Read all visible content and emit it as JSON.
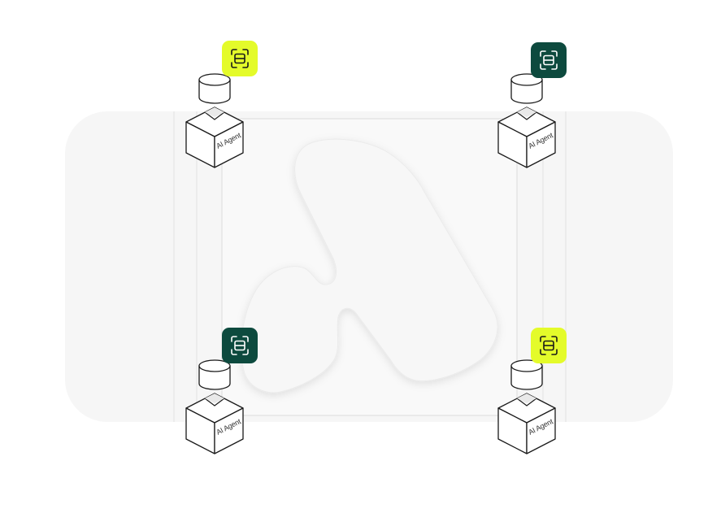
{
  "diagram": {
    "agents": [
      {
        "id": "agent-top-left",
        "label": "AI Agent",
        "badge_icon": "scan-frame-icon",
        "badge_color": "#e4fb2a"
      },
      {
        "id": "agent-top-right",
        "label": "AI Agent",
        "badge_icon": "scan-frame-icon",
        "badge_color": "#0d4a3e"
      },
      {
        "id": "agent-bottom-left",
        "label": "AI Agent",
        "badge_icon": "scan-frame-icon",
        "badge_color": "#0d4a3e"
      },
      {
        "id": "agent-bottom-right",
        "label": "AI Agent",
        "badge_icon": "scan-frame-icon",
        "badge_color": "#e4fb2a"
      }
    ],
    "center_logo": "embossed-logo-shape",
    "colors": {
      "panel_bg": "#f5f5f5",
      "line": "#dedede",
      "lime_accent": "#e4fb2a",
      "dark_green": "#0d4a3e",
      "stroke": "#1a1a1a"
    }
  }
}
